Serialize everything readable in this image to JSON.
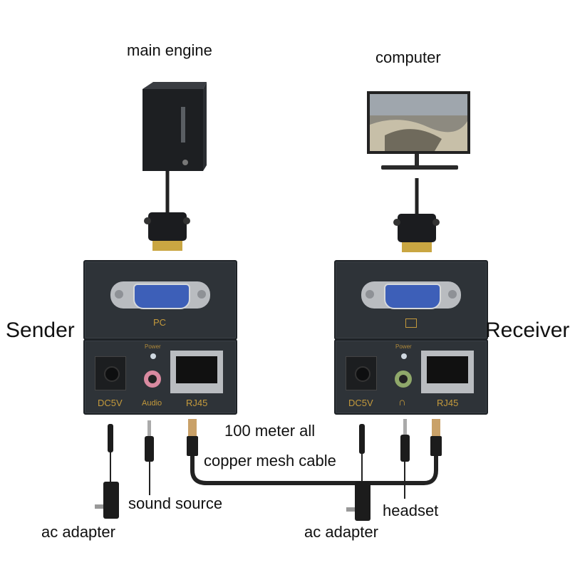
{
  "diagram": {
    "title_left": "main engine",
    "title_right": "computer",
    "sender_label": "Sender",
    "receiver_label": "Receiver",
    "cable_label_line1": "100 meter all",
    "cable_label_line2": "copper mesh cable",
    "sender": {
      "vga_port_label": "PC",
      "power_led_label": "Power",
      "dc_label": "DC5V",
      "audio_label": "Audio",
      "rj45_label": "RJ45",
      "audio_jack_color": "#d98aa0"
    },
    "receiver": {
      "vga_port_icon": "monitor-icon",
      "power_led_label": "Power",
      "dc_label": "DC5V",
      "audio_icon": "headphone-icon",
      "rj45_label": "RJ45",
      "audio_jack_color": "#8fa86a"
    },
    "bottom_labels": {
      "left_adapter": "ac adapter",
      "sound_source": "sound source",
      "right_adapter": "ac adapter",
      "headset": "headset"
    },
    "colors": {
      "device_body": "#2e3338",
      "vga_blue": "#3d5fb8",
      "label_gold": "#c49a3c"
    }
  }
}
